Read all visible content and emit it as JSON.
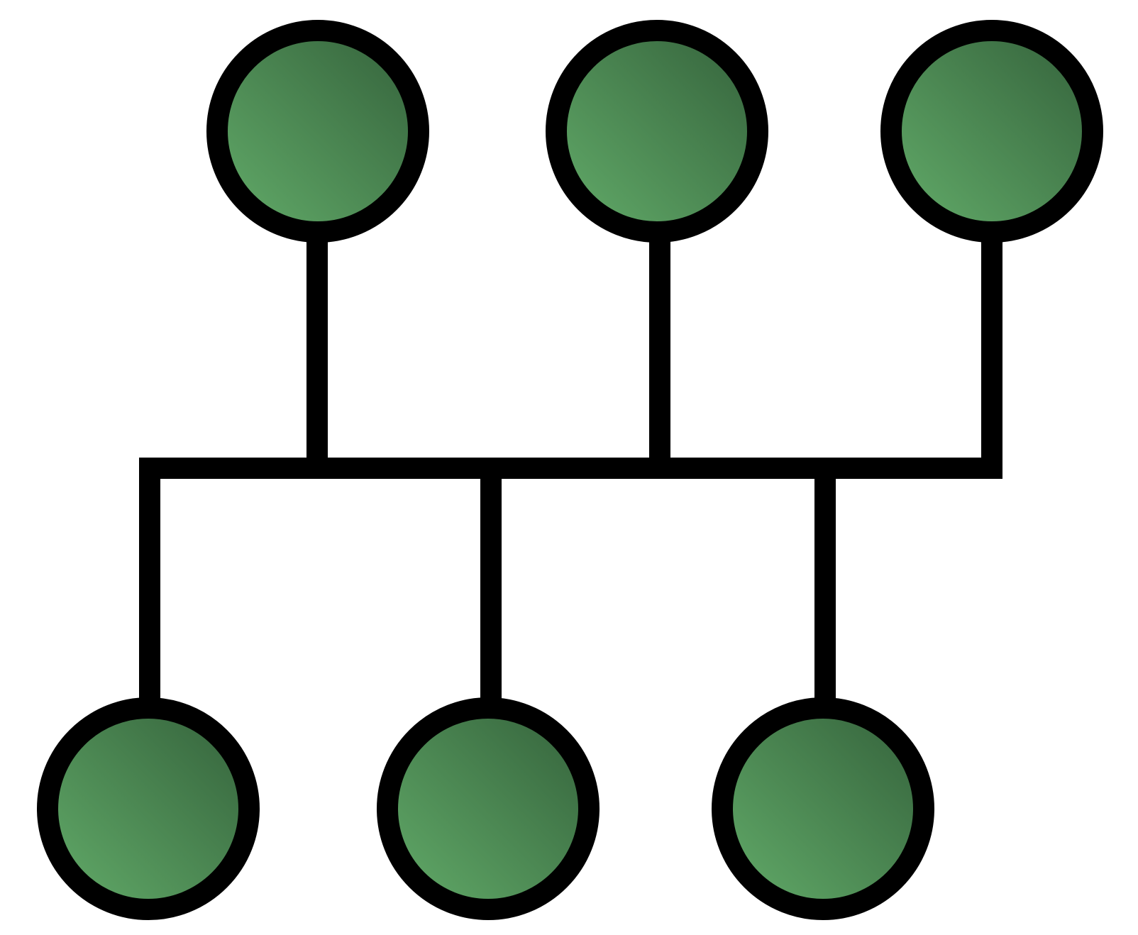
{
  "diagram": {
    "type": "bus-network-topology",
    "node_count": 6,
    "colors": {
      "background": "#ffffff",
      "line": "#000000",
      "node_fill_light": "#63ad6a",
      "node_fill_dark": "#33603a",
      "node_stroke": "#000000"
    },
    "nodes": [
      {
        "id": "node-top-1",
        "row": "top"
      },
      {
        "id": "node-top-2",
        "row": "top"
      },
      {
        "id": "node-top-3",
        "row": "top"
      },
      {
        "id": "node-bottom-1",
        "row": "bottom"
      },
      {
        "id": "node-bottom-2",
        "row": "bottom"
      },
      {
        "id": "node-bottom-3",
        "row": "bottom"
      }
    ]
  }
}
